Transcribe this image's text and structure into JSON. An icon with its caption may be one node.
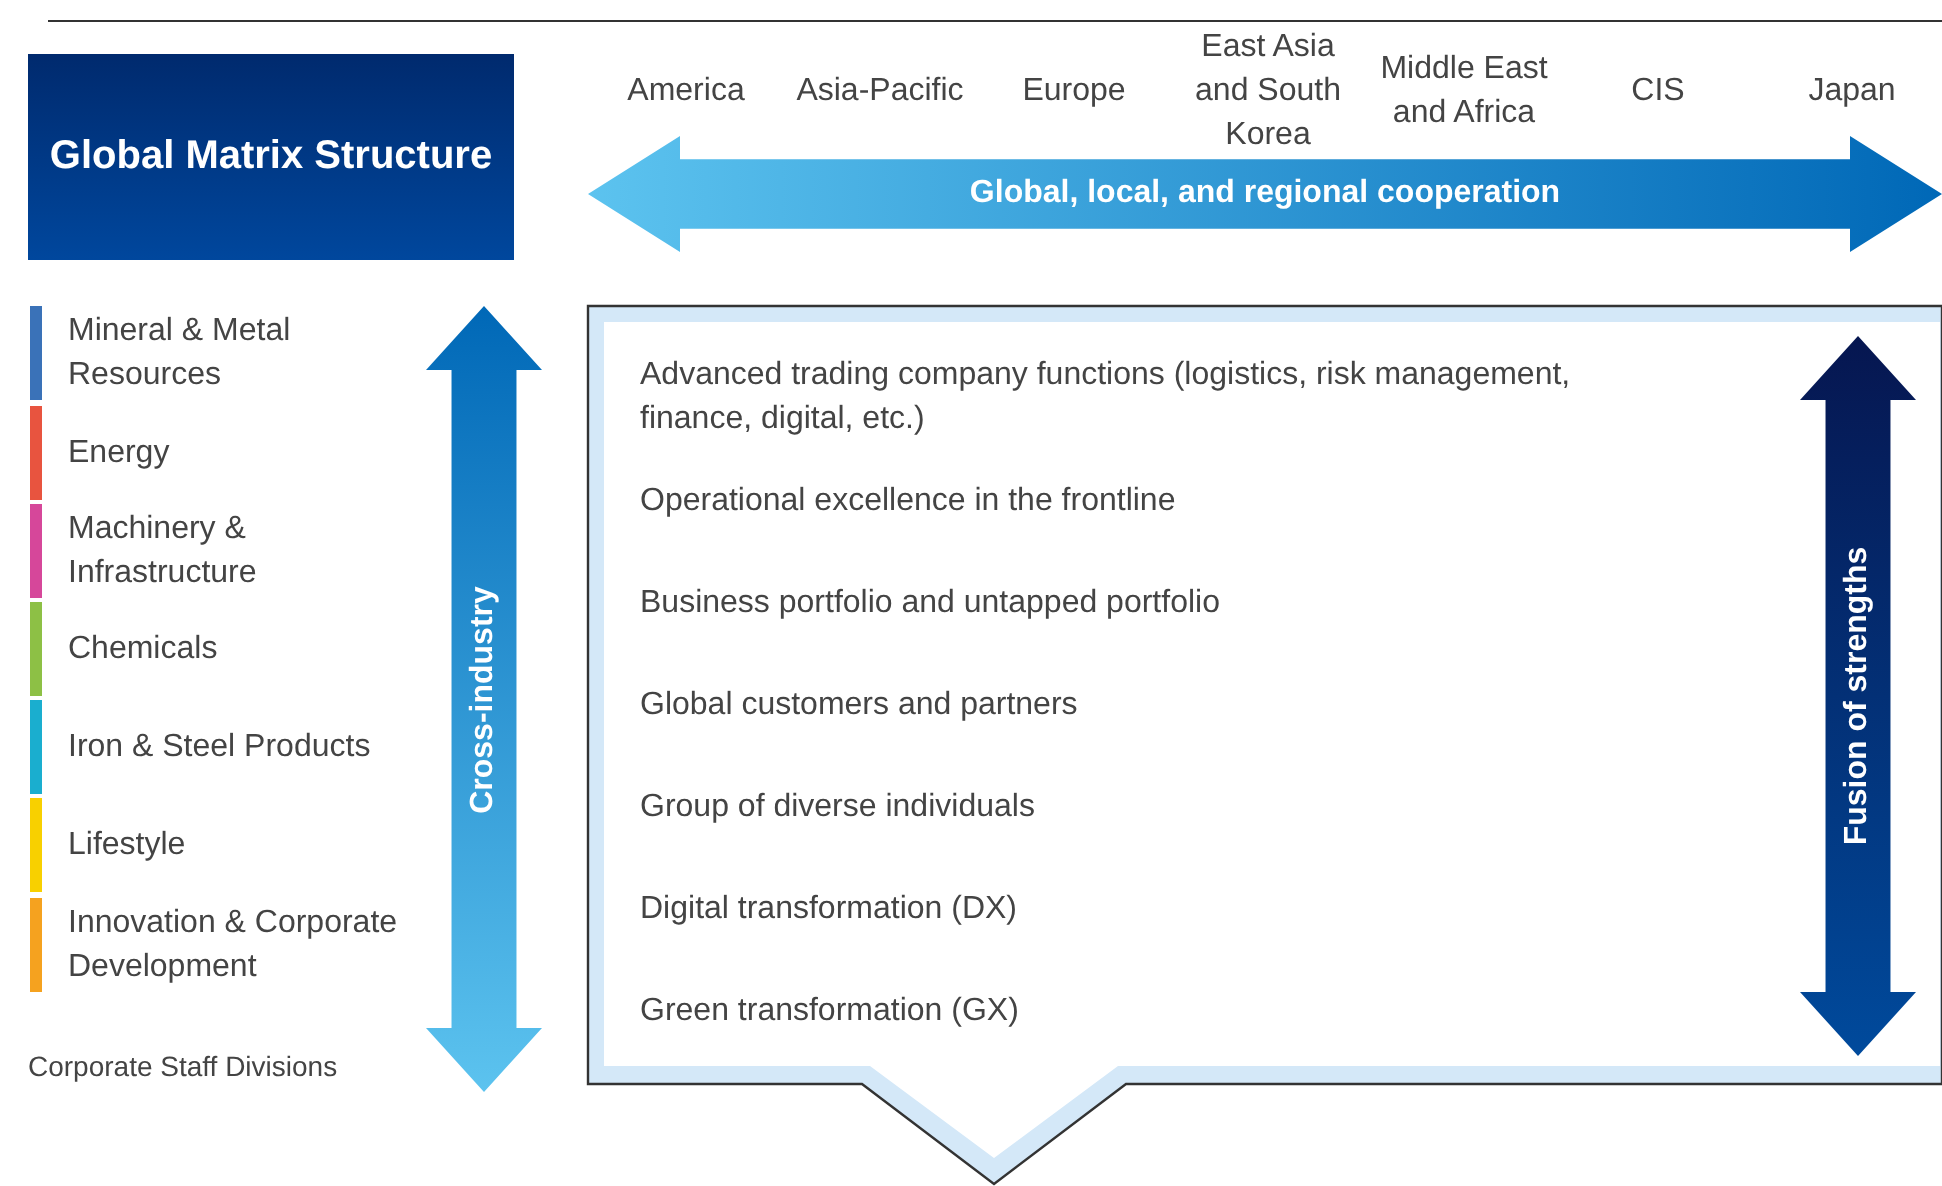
{
  "diagram": {
    "nodes": [
      {
        "text": [
          "Global Matrix Structure"
        ]
      },
      {
        "text": [
          "Global, local, and regional cooperation"
        ]
      },
      {
        "text": [
          "Cross-industry"
        ]
      },
      {
        "text": [
          "Advanced trading company functions (logistics, risk management, finance, digital, etc.)",
          "Operational excellence in the frontline",
          "Business portfolio and untapped portfolio",
          "Global customers and partners",
          "Group of diverse individuals",
          "Digital transformation (DX)",
          "Green transformation (GX)"
        ]
      },
      {
        "text": [
          "Fusion of strengths"
        ],
        "in": 3
      }
    ],
    "labels": [
      "America",
      "Asia-Pacific",
      "Europe",
      "East Asia and South Korea",
      "Middle East and Africa",
      "CIS",
      "Japan",
      "Corporate Staff Divisions"
    ],
    "legend": [
      {
        "text": "Mineral & Metal Resources",
        "color": "#3a72b8"
      },
      {
        "text": "Energy",
        "color": "#e8543f"
      },
      {
        "text": "Machinery & Infrastructure",
        "color": "#d6479a"
      },
      {
        "text": "Chemicals",
        "color": "#8dc045"
      },
      {
        "text": "Iron & Steel Products",
        "color": "#1aaecf"
      },
      {
        "text": "Lifestyle",
        "color": "#f8d000"
      },
      {
        "text": "Innovation & Corporate Development",
        "color": "#f5a21f"
      }
    ]
  }
}
